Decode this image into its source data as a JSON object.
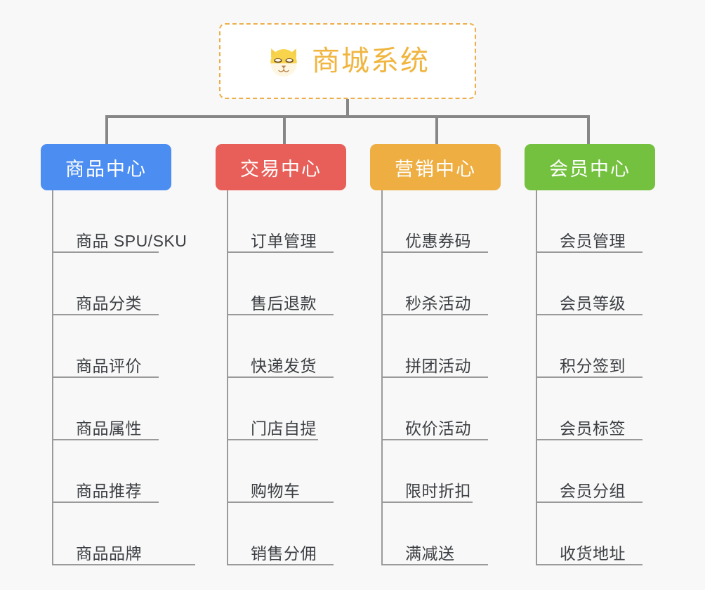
{
  "diagram": {
    "title": "商城系统",
    "root_icon": "shiba-dog-icon",
    "background_color": "#f8f8f8",
    "root": {
      "label": "商城系统",
      "border_color": "#edae4a",
      "text_color": "#f0b53f",
      "background_color": "#ffffff"
    },
    "categories": [
      {
        "label": "商品中心",
        "color": "#4b8df0",
        "items": [
          {
            "label": "商品 SPU/SKU"
          },
          {
            "label": "商品分类"
          },
          {
            "label": "商品评价"
          },
          {
            "label": "商品属性"
          },
          {
            "label": "商品推荐"
          },
          {
            "label": "商品品牌"
          }
        ]
      },
      {
        "label": "交易中心",
        "color": "#e85f59",
        "items": [
          {
            "label": "订单管理"
          },
          {
            "label": "售后退款"
          },
          {
            "label": "快递发货"
          },
          {
            "label": "门店自提"
          },
          {
            "label": "购物车"
          },
          {
            "label": "销售分佣"
          }
        ]
      },
      {
        "label": "营销中心",
        "color": "#eeae42",
        "items": [
          {
            "label": "优惠券码"
          },
          {
            "label": "秒杀活动"
          },
          {
            "label": "拼团活动"
          },
          {
            "label": "砍价活动"
          },
          {
            "label": "限时折扣"
          },
          {
            "label": "满减送"
          }
        ]
      },
      {
        "label": "会员中心",
        "color": "#73c13f",
        "items": [
          {
            "label": "会员管理"
          },
          {
            "label": "会员等级"
          },
          {
            "label": "积分签到"
          },
          {
            "label": "会员标签"
          },
          {
            "label": "会员分组"
          },
          {
            "label": "收货地址"
          }
        ]
      }
    ]
  }
}
